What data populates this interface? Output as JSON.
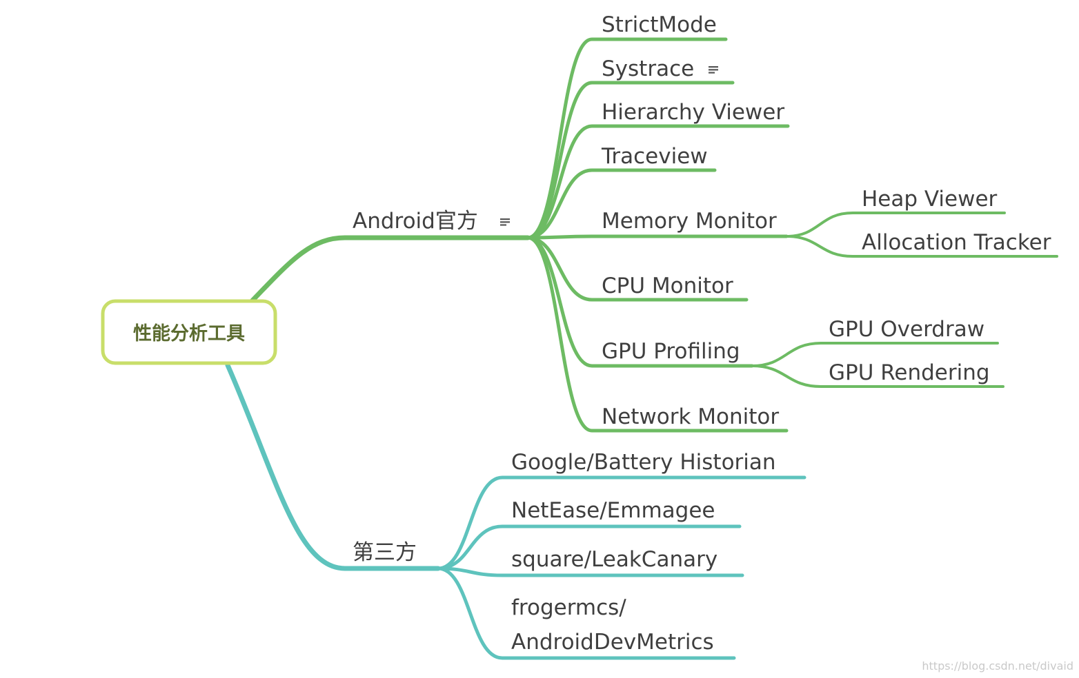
{
  "root": {
    "label": "性能分析工具"
  },
  "branches": [
    {
      "id": "android",
      "label": "Android官方",
      "has_note": true,
      "color": "#6dbb63",
      "children": [
        {
          "label": "StrictMode",
          "has_note": false,
          "children": []
        },
        {
          "label": "Systrace",
          "has_note": true,
          "children": []
        },
        {
          "label": "Hierarchy Viewer",
          "has_note": false,
          "children": []
        },
        {
          "label": "Traceview",
          "has_note": false,
          "children": []
        },
        {
          "label": "Memory Monitor",
          "has_note": false,
          "children": [
            {
              "label": "Heap Viewer"
            },
            {
              "label": "Allocation Tracker"
            }
          ]
        },
        {
          "label": "CPU Monitor",
          "has_note": false,
          "children": []
        },
        {
          "label": "GPU Profiling",
          "has_note": false,
          "children": [
            {
              "label": "GPU Overdraw"
            },
            {
              "label": "GPU Rendering"
            }
          ]
        },
        {
          "label": "Network Monitor",
          "has_note": false,
          "children": []
        }
      ]
    },
    {
      "id": "third",
      "label": "第三方",
      "has_note": false,
      "color": "#5ec3bd",
      "children": [
        {
          "label": "Google/Battery Historian",
          "children": []
        },
        {
          "label": "NetEase/Emmagee",
          "children": []
        },
        {
          "label": "square/LeakCanary",
          "children": []
        },
        {
          "label": "frogermcs/",
          "label2": "AndroidDevMetrics",
          "children": []
        }
      ]
    }
  ],
  "colors": {
    "root_border": "#c8de6a",
    "root_text": "#5b6b2f",
    "watermark": "#c9c9c9"
  },
  "watermark": "https://blog.csdn.net/divaid"
}
